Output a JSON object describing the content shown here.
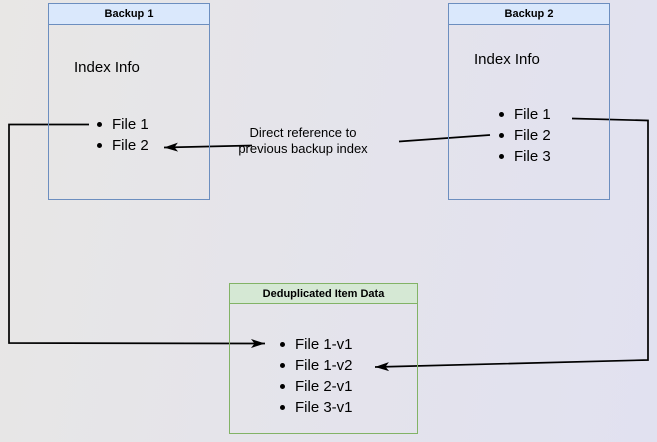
{
  "backup1": {
    "title": "Backup 1",
    "index_label": "Index Info",
    "files": [
      "File 1",
      "File 2"
    ]
  },
  "backup2": {
    "title": "Backup 2",
    "index_label": "Index Info",
    "files": [
      "File 1",
      "File 2",
      "File 3"
    ]
  },
  "dedup": {
    "title": "Deduplicated Item Data",
    "items": [
      "File 1-v1",
      "File 1-v2",
      "File 2-v1",
      "File 3-v1"
    ]
  },
  "annotation": {
    "line1": "Direct reference to",
    "line2": "previous backup index"
  },
  "colors": {
    "blue_border": "#6c8ebf",
    "blue_fill": "#dae8fc",
    "green_border": "#82b366",
    "green_fill": "#d5e8d4",
    "edge": "#000000"
  }
}
